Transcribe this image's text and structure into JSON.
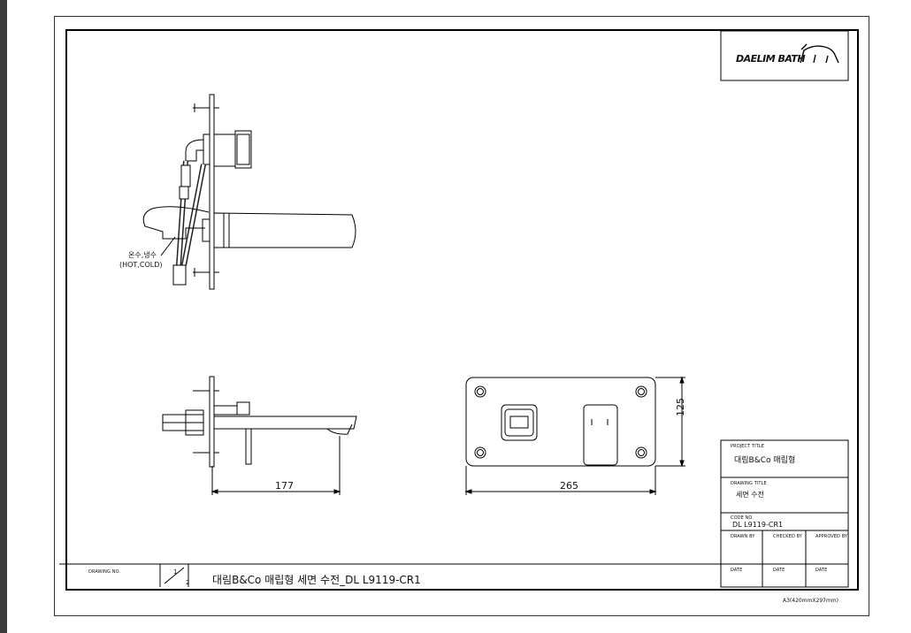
{
  "logo": {
    "text": "DAELIM BATH"
  },
  "annotation": {
    "line1": "온수,냉수",
    "line2": "(HOT,COLD)"
  },
  "dimensions": {
    "length": "177",
    "plate_width": "265",
    "plate_height": "125"
  },
  "title_block": {
    "project_title_label": "PROJECT TITLE",
    "project_title": "대림B&Co 매립형",
    "drawing_title_label": "DRAWING TITLE",
    "drawing_title": "세면 수전",
    "code_no_label": "CODE NO.",
    "code_no": "DL L9119-CR1",
    "drawn_by_label": "DRAWN BY",
    "checked_by_label": "CHECKED BY",
    "approved_by_label": "APPROVED BY",
    "date_label": "DATE"
  },
  "bottom_bar": {
    "drawing_no_label": "DRAWING NO.",
    "sheet_current": "1",
    "sheet_total": "2",
    "title": "대림B&Co 매립형 세면 수전_DL L9119-CR1"
  },
  "paper_size": "A3(420mmX297mm)"
}
